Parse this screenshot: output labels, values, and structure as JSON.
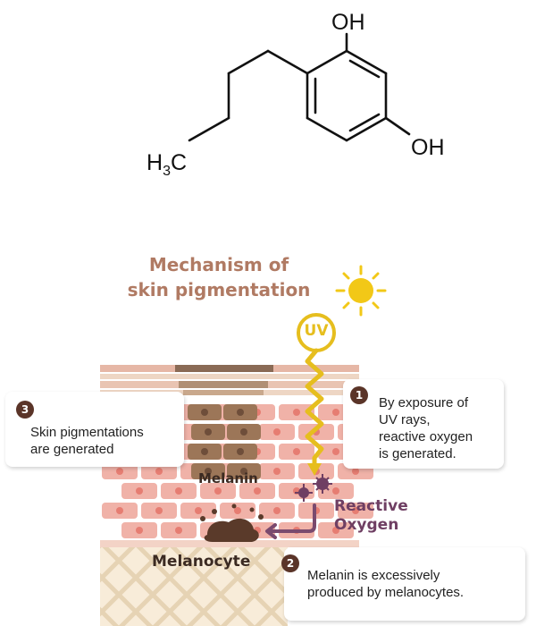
{
  "molecule": {
    "oh_top": "OH",
    "oh_right": "OH",
    "ch3_main": "H",
    "ch3_sub": "3",
    "ch3_tail": "C"
  },
  "diagram": {
    "title_line1": "Mechanism of",
    "title_line2": "skin pigmentation",
    "uv_label": "UV",
    "melanin_label": "Melanin",
    "melanocyte_label": "Melanocyte",
    "reactive_oxygen_line1": "Reactive",
    "reactive_oxygen_line2": "Oxygen",
    "steps": [
      {
        "number": "1",
        "lines": [
          "By exposure of",
          "UV rays,",
          "reactive oxygen",
          "is generated."
        ]
      },
      {
        "number": "2",
        "lines": [
          "Melanin is excessively",
          "produced by melanocytes."
        ]
      },
      {
        "number": "3",
        "lines": [
          "Skin pigmentations",
          "are generated"
        ]
      }
    ]
  },
  "colors": {
    "title": "#b07a63",
    "sun": "#f2c817",
    "uv_ray": "#e6be1e",
    "skin_cell": "#f0b2a8",
    "cell_nucleus": "#e67d72",
    "melanin_cell": "#9c7658",
    "reactive_oxygen": "#6f3f63",
    "badge": "#5a3428"
  }
}
